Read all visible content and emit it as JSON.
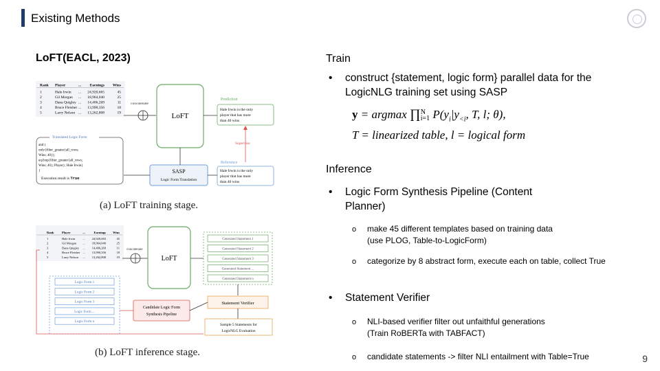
{
  "header": {
    "title": "Existing Methods"
  },
  "left": {
    "title": "LoFT(EACL, 2023)",
    "fig_a": {
      "table_header": [
        "Rank",
        "Player",
        "...",
        "Earnings",
        "Wins"
      ],
      "table_rows": [
        [
          "1",
          "Hale Irwin",
          "...",
          "24,920,665",
          "45"
        ],
        [
          "2",
          "Gil Morgan",
          "...",
          "18,964,040",
          "25"
        ],
        [
          "3",
          "Dana Quigley",
          "...",
          "14,406,269",
          "11"
        ],
        [
          "4",
          "Bruce Fleisher",
          "...",
          "13,990,356",
          "18"
        ],
        [
          "5",
          "Larry Nelson",
          "...",
          "13,262,808",
          "19"
        ]
      ],
      "concatenate": "concatenate",
      "model": "LoFT",
      "prediction_label": "Prediction",
      "prediction_text": [
        "Hale Irwin is the only",
        "player that has more",
        "than 40 wins"
      ],
      "supervise": "Supervise",
      "reference_label": "Reference",
      "reference_text": [
        "Hale Irwin is the only",
        "player that has more",
        "than 40 wins"
      ],
      "logic_form_title": "Translated Logic Form",
      "logic_form_lines": [
        "and {",
        "  only{filter_greater{all_rows;",
        "Wins; 40}};",
        "  eq{hop{filter_greater{all_rows;",
        "Wins; 40}; Player}; Hale Irwin}",
        "}"
      ],
      "exec_label": "Execution result is",
      "exec_value": "True",
      "sasp_title": "SASP",
      "sasp_sub": "Logic Form Translation",
      "caption": "(a) LoFT training stage."
    },
    "fig_b": {
      "table_header": [
        "Rank",
        "Player",
        "...",
        "Earnings",
        "Wins"
      ],
      "table_rows": [
        [
          "1",
          "Hale Irwin",
          "...",
          "24,920,665",
          "45"
        ],
        [
          "2",
          "Gil Morgan",
          "...",
          "18,964,040",
          "25"
        ],
        [
          "3",
          "Dana Quigley",
          "...",
          "14,406,269",
          "11"
        ],
        [
          "4",
          "Bruce Fleisher",
          "...",
          "13,990,356",
          "18"
        ],
        [
          "5",
          "Larry Nelson",
          "...",
          "13,262,808",
          "19"
        ]
      ],
      "concatenate": "concatenate",
      "model": "LoFT",
      "generated": [
        "Generated Statement 1",
        "Generated Statement 2",
        "Generated Statement 3",
        "Generated Statement ...",
        "Generated Statement n"
      ],
      "logic_forms": [
        "Logic Form 1",
        "Logic Form 2",
        "Logic Form 3",
        "Logic Form ...",
        "Logic Form n"
      ],
      "candidate": [
        "Candidate Logic Form",
        "Synthesis Pipeline"
      ],
      "verifier": "Statement Verifier",
      "sample": [
        "Sample 5 Statements for",
        "LogicNLG Evaluation"
      ],
      "caption": "(b) LoFT inference stage."
    }
  },
  "right": {
    "train_heading": "Train",
    "train_bullet": [
      "construct {statement, logic form} parallel data for the",
      "LogicNLG training set using SASP"
    ],
    "eq1": {
      "lhs": "y",
      "mid": " = argmax ",
      "prod": "∏",
      "sub": "i=1",
      "sup": "N",
      "rest": " P(y",
      "rest_sub": "i",
      "rest2": "|y",
      "rest2_sub": "<i",
      "rest3": ", T, l; θ),"
    },
    "eq2": "T = linearized table, l = logical form",
    "inference_heading": "Inference",
    "inf_bullet1": [
      "Logic Form Synthesis Pipeline (Content",
      "Planner)"
    ],
    "inf_sub1": [
      "make 45 different templates based on training data",
      "(use PLOG, Table-to-LogicForm)"
    ],
    "inf_sub2": "categorize by 8 abstract form, execute each on table, collect True",
    "inf_bullet2": "Statement Verifier",
    "inf_sub3": [
      "NLI-based verifier filter out unfaithful generations",
      "(Train RoBERTa with TABFACT)"
    ],
    "inf_sub4": "candidate statements -> filter NLI entailment with Table=True"
  },
  "page_number": "9",
  "colors": {
    "accent": "#1f3a6b",
    "green": "#6aaa64",
    "blue": "#6f9fd8",
    "red": "#d9534f",
    "orange": "#e8a25a"
  }
}
